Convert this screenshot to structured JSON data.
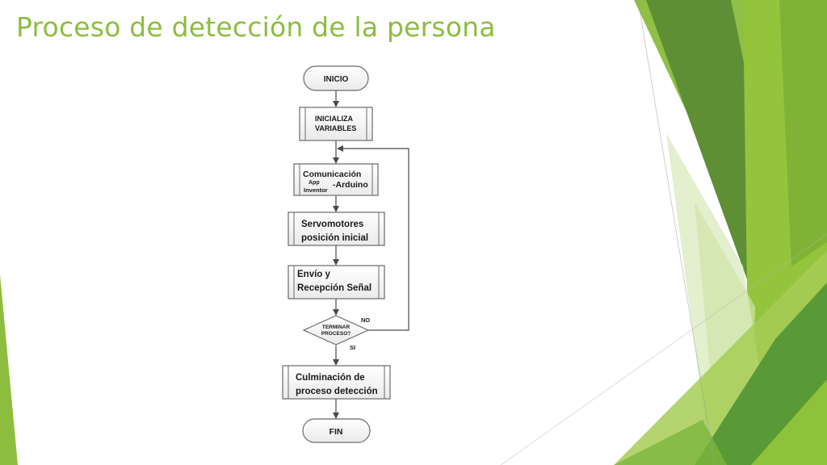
{
  "slide": {
    "title": "Proceso de detección de la persona",
    "accent_colors": [
      "#8cbd3f",
      "#6e9e32",
      "#4f8a2b",
      "#a9cf5a",
      "#d8e9b8"
    ]
  },
  "flowchart": {
    "start": "INICIO",
    "init": [
      "INICIALIZA",
      "VARIABLES"
    ],
    "comm": {
      "line1": "Comunicación",
      "app": "App",
      "inventor": "Inventor",
      "arduino": "-Arduino"
    },
    "servo": [
      "Servomotores",
      "posición inicial"
    ],
    "signal": [
      "Envío y",
      "Recepción Señal"
    ],
    "decision": [
      "TERMINAR",
      "PROCESO?"
    ],
    "no_label": "NO",
    "si_label": "SI",
    "culmination": [
      "Culminación de",
      "proceso detección"
    ],
    "end": "FIN"
  }
}
